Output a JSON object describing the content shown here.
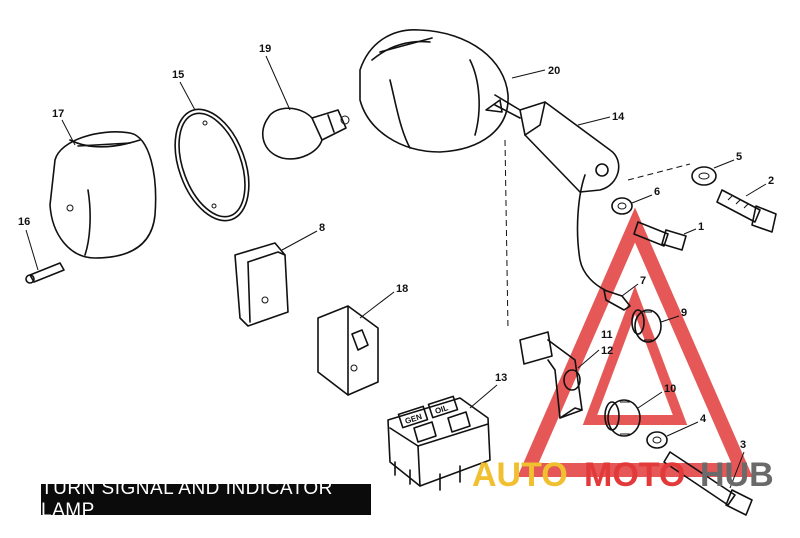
{
  "caption": "TURN SIGNAL AND INDICATOR LAMP",
  "watermark": {
    "text_part1": "AUTO",
    "text_part2": "MOTO",
    "text_part3": "HUB",
    "color_red": "#e23a3a",
    "color_gold": "#f0c030",
    "color_gray": "#6a6a6a"
  },
  "callouts": {
    "c1": "1",
    "c2": "2",
    "c3": "3",
    "c4": "4",
    "c5": "5",
    "c6": "6",
    "c7": "7",
    "c8": "8",
    "c9": "9",
    "c10": "10",
    "c11": "11",
    "c12": "12",
    "c13": "13",
    "c14": "14",
    "c15": "15",
    "c16": "16",
    "c17": "17",
    "c18": "18",
    "c19": "19",
    "c20": "20"
  },
  "switch_labels": {
    "left": "GEN",
    "right": "OIL"
  }
}
